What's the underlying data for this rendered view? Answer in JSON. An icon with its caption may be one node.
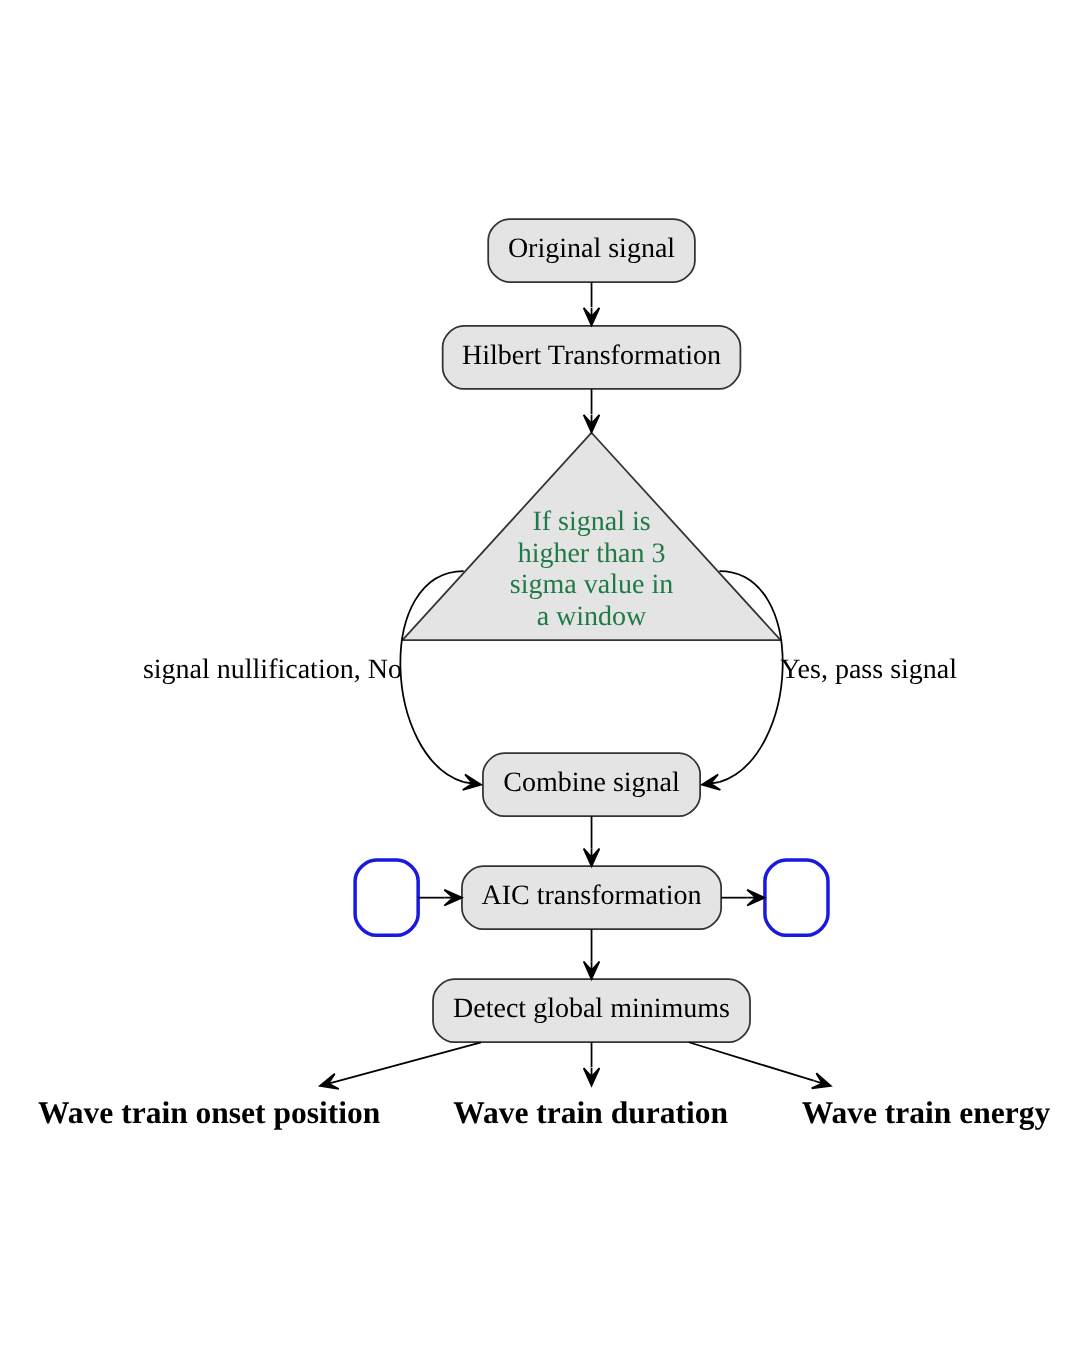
{
  "diagram": {
    "nodes": [
      {
        "text": [
          "Original signal"
        ]
      },
      {
        "text": [
          "Hilbert Transformation"
        ]
      },
      {
        "text": [
          "If signal is higher than 3 sigma value in a window"
        ]
      },
      {
        "text": [
          "Combine signal"
        ]
      },
      {
        "text": [],
        "shape": "box"
      },
      {
        "text": [
          "AIC transformation"
        ]
      },
      {
        "text": [],
        "shape": "box"
      },
      {
        "text": [
          "Detect global minimums"
        ]
      },
      {
        "text": [
          "Wave train onset position"
        ]
      },
      {
        "text": [
          "Wave train duration"
        ]
      },
      {
        "text": [
          "Wave train energy"
        ]
      }
    ],
    "edges": [
      {
        "from": 0,
        "to": 1,
        "arrow": "to"
      },
      {
        "from": 1,
        "to": 2,
        "arrow": "to"
      },
      {
        "from": 2,
        "to": 3,
        "arrow": "to",
        "label": "signal nullification, No"
      },
      {
        "from": 2,
        "to": 3,
        "arrow": "to",
        "label": "Yes, pass signal"
      },
      {
        "from": 3,
        "to": 5,
        "arrow": "to"
      },
      {
        "from": 4,
        "to": 5,
        "arrow": "to"
      },
      {
        "from": 5,
        "to": 6,
        "arrow": "to"
      },
      {
        "from": 5,
        "to": 7,
        "arrow": "to"
      },
      {
        "from": 7,
        "to": 8,
        "arrow": "to"
      },
      {
        "from": 7,
        "to": 9,
        "arrow": "to"
      },
      {
        "from": 7,
        "to": 10,
        "arrow": "to"
      }
    ]
  }
}
